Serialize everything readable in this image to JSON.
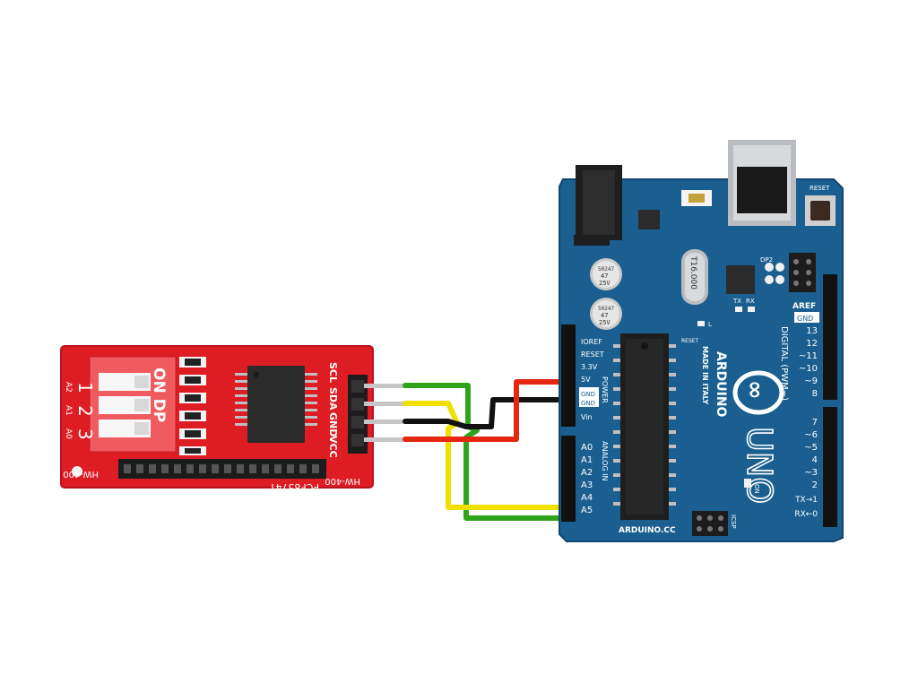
{
  "pcf_module": {
    "dip_switch_label": "ON DP",
    "dip_numbers": [
      "1",
      "2",
      "3"
    ],
    "address_labels": [
      "A2",
      "A1",
      "A0"
    ],
    "header_pin_labels": [
      "SCL",
      "SDA",
      "GND",
      "VCC"
    ],
    "chip_label": "PCF8574T",
    "board_label": "HW-400"
  },
  "arduino": {
    "logo_symbol": "∞",
    "brand": "ARDUINO",
    "model": "UNO",
    "made_in": "MADE IN ITALY",
    "website": "ARDUINO.CC",
    "crystal_label": "T16.000",
    "reset_label": "RESET",
    "aref_label": "AREF",
    "gnd_label": "GND",
    "digital_label": "DIGITAL (PWM~)",
    "power_header_title": "POWER",
    "analog_header_title": "ANALOG IN",
    "icsp_label": "ICSP",
    "tx_label": "TX",
    "rx_label": "RX",
    "on_label": "ON",
    "l_label": "L",
    "dp2_label": "DP2",
    "capacitor_labels": [
      "50247",
      "47",
      "25V"
    ],
    "power_pins": [
      "IOREF",
      "RESET",
      "3.3V",
      "5V",
      "GND",
      "GND",
      "Vin"
    ],
    "analog_pins": [
      "A0",
      "A1",
      "A2",
      "A3",
      "A4",
      "A5"
    ],
    "digital_pins_upper": [
      "13",
      "12",
      "~11",
      "~10",
      "~9",
      "8"
    ],
    "digital_pins_lower": [
      "7",
      "~6",
      "~5",
      "4",
      "~3",
      "2",
      "TX→1",
      "RX←0"
    ]
  },
  "wires": [
    {
      "color": "#2fa41a",
      "from": "SCL",
      "to": "A5"
    },
    {
      "color": "#f0e000",
      "from": "SDA",
      "to": "A4"
    },
    {
      "color": "#111111",
      "from": "GND",
      "to": "GND"
    },
    {
      "color": "#e52710",
      "from": "VCC",
      "to": "5V"
    }
  ],
  "colors": {
    "pcb_red": "#dd1c23",
    "pcb_blue": "#1a5f8f",
    "wire_green": "#2fa41a",
    "wire_yellow": "#f0e000",
    "wire_black": "#111111",
    "wire_red": "#e52710"
  }
}
